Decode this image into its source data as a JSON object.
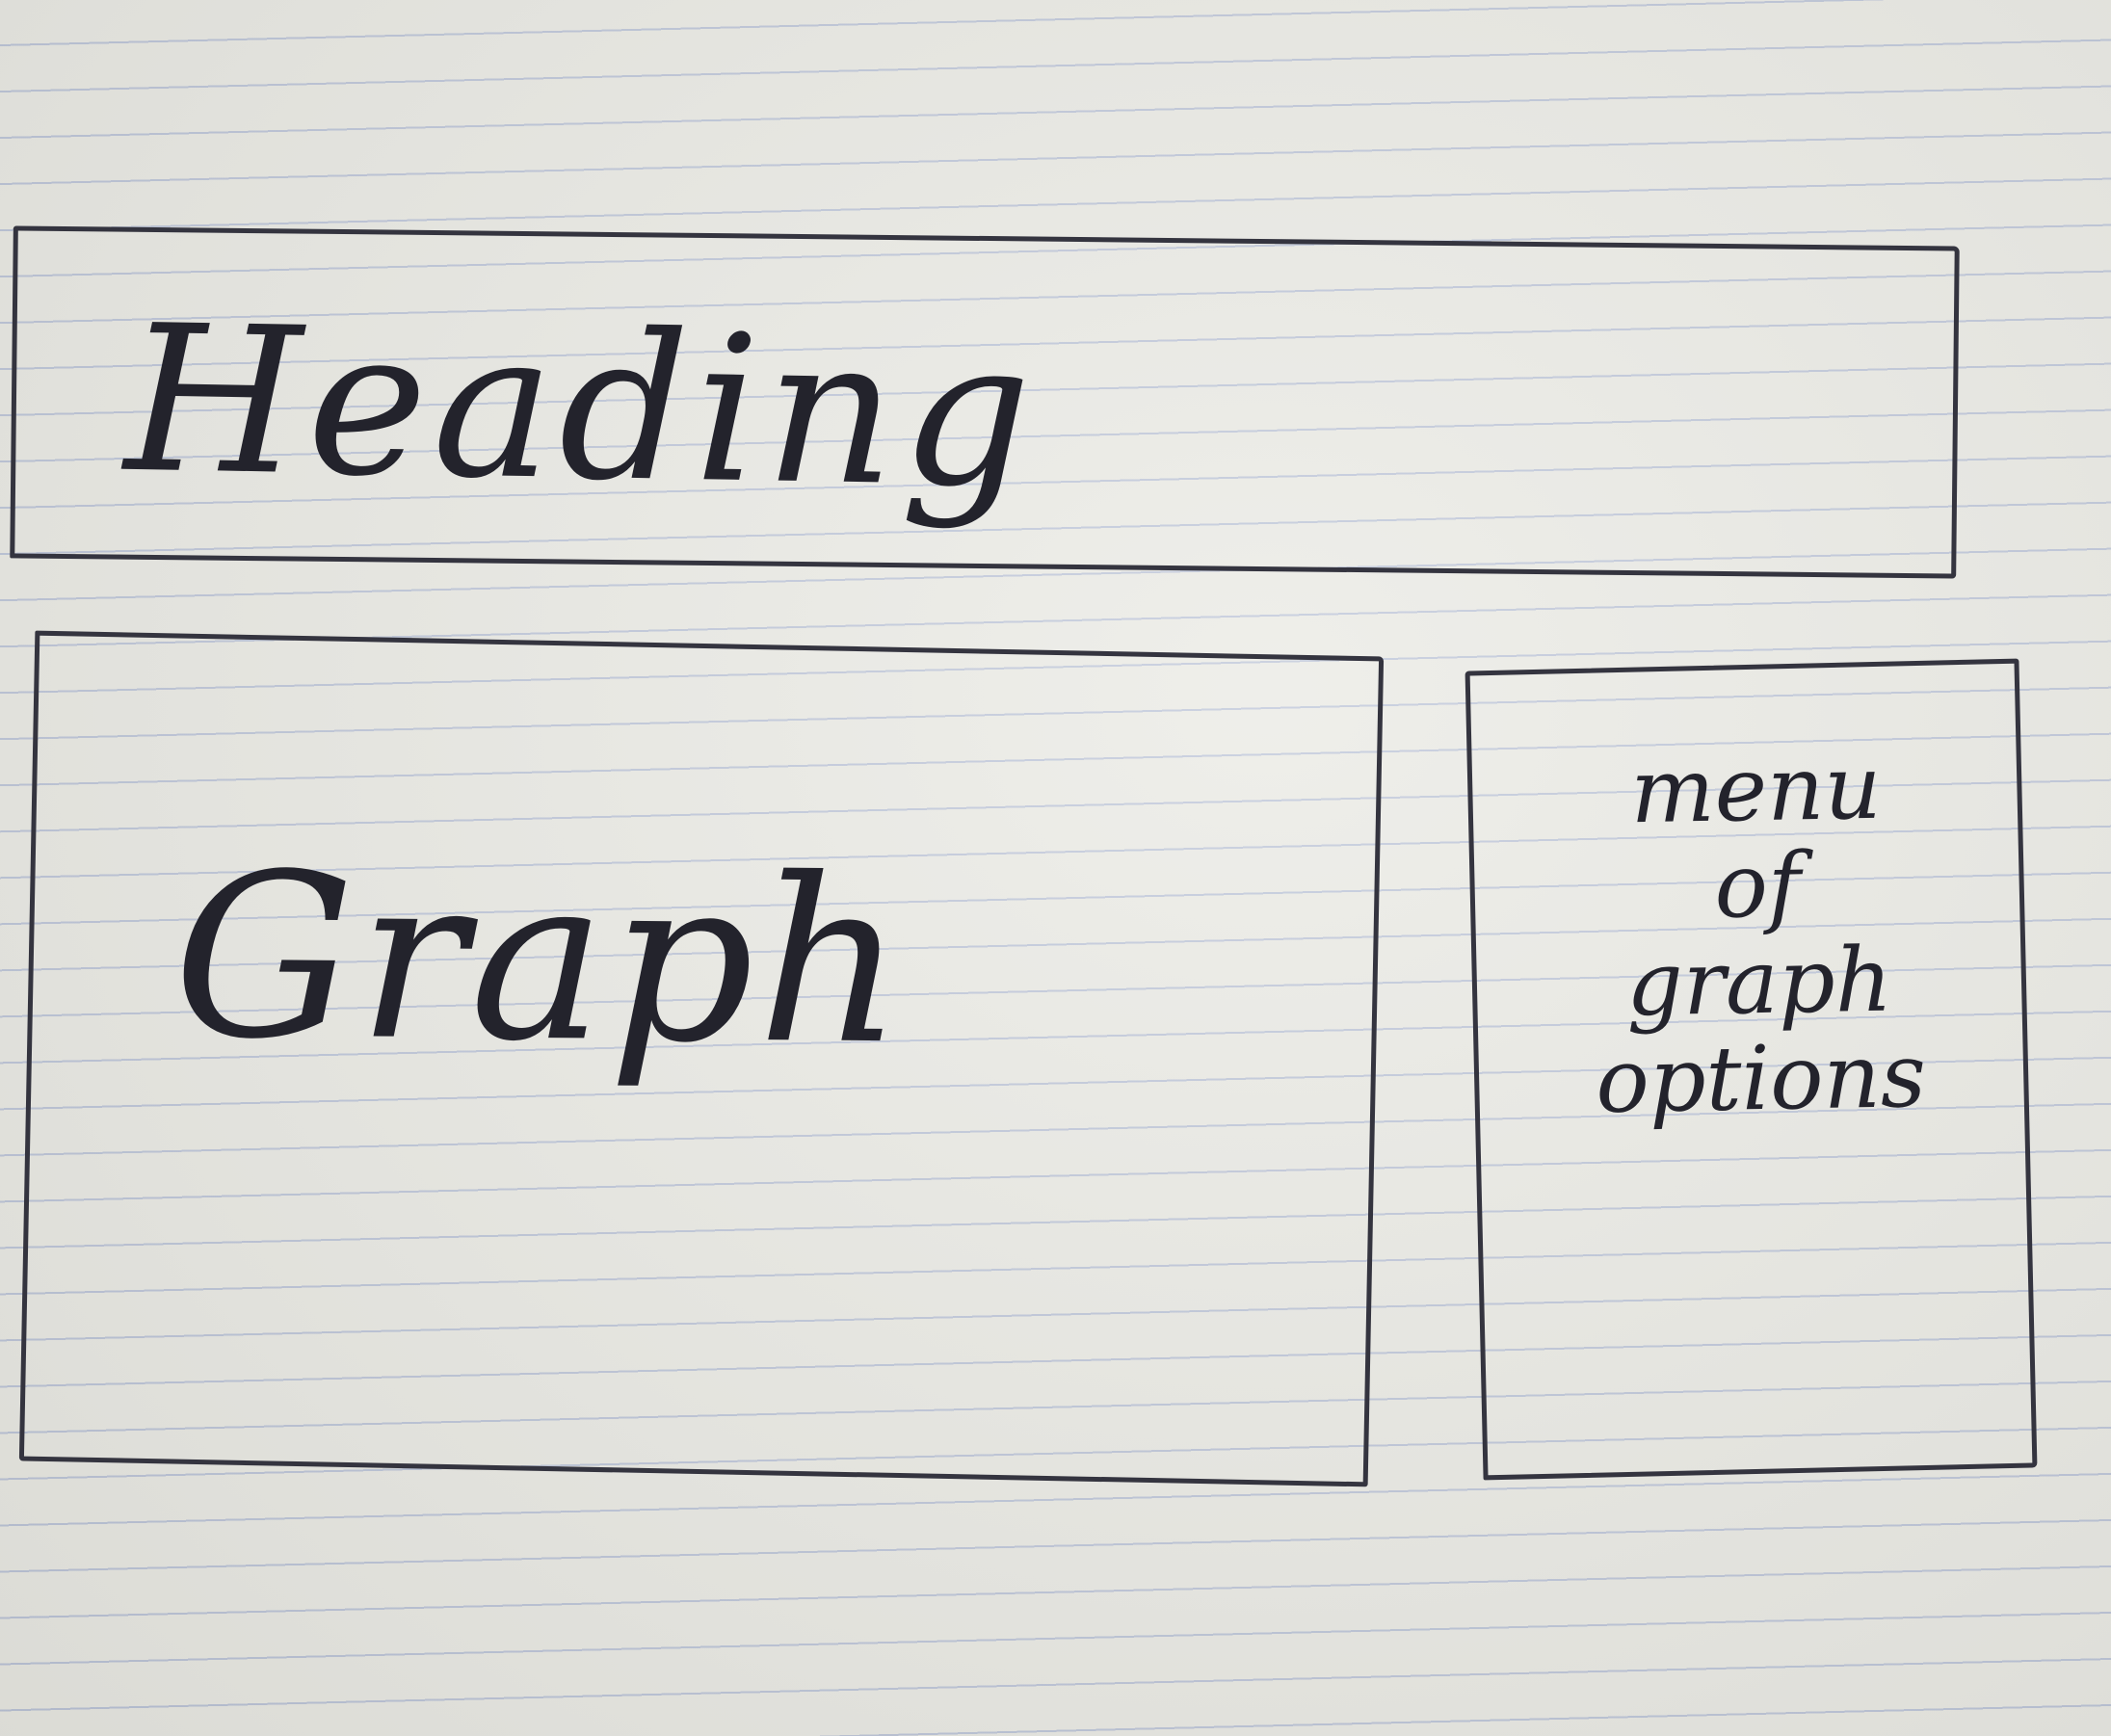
{
  "wireframe": {
    "heading": {
      "label": "Heading"
    },
    "graph": {
      "label": "Graph"
    },
    "menu": {
      "lines": [
        "menu",
        "of",
        "graph",
        "options"
      ]
    }
  }
}
